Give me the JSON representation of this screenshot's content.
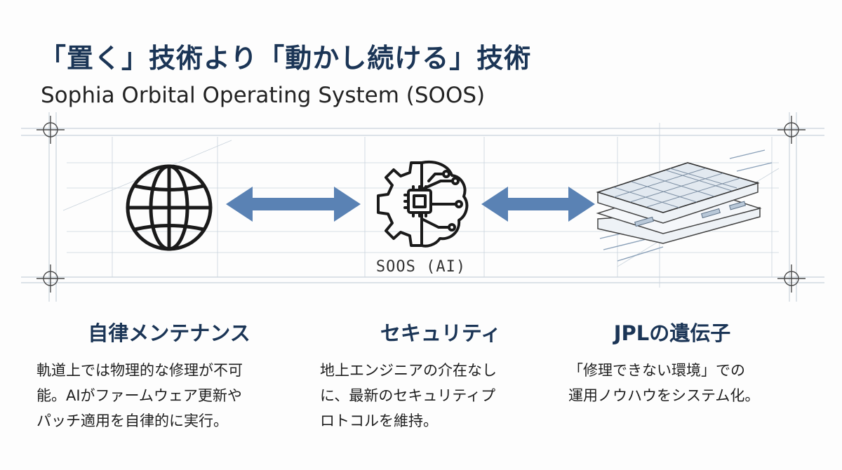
{
  "title": "「置く」技術より「動かし続ける」技術",
  "subtitle": "Sophia Orbital Operating System (SOOS)",
  "diagram": {
    "left_node": {
      "icon": "globe-icon"
    },
    "center_node": {
      "icon": "gear-brain-chip-icon",
      "label": "SOOS (AI)"
    },
    "right_node": {
      "icon": "satellite-solar-panel-icon"
    },
    "connector_icon": "double-headed-arrow-icon",
    "colors": {
      "arrow": "#5a82b4",
      "grid": "#c9d3dc",
      "heading": "#1b3556"
    }
  },
  "columns": [
    {
      "heading": "自律メンテナンス",
      "body": [
        "軌道上では物理的な修理が不可",
        "能。AIがファームウェア更新や",
        "パッチ適用を自律的に実行。"
      ]
    },
    {
      "heading": "セキュリティ",
      "body": [
        "地上エンジニアの介在なし",
        "に、最新のセキュリティプ",
        "ロトコルを維持。"
      ]
    },
    {
      "heading": "JPLの遺伝子",
      "body": [
        "「修理できない環境」での",
        "運用ノウハウをシステム化。"
      ]
    }
  ]
}
